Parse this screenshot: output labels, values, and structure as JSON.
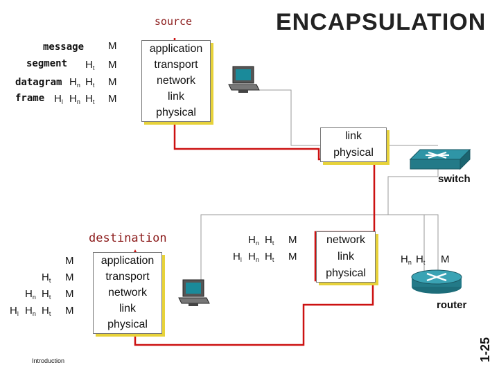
{
  "title": "ENCAPSULATION",
  "source_label": "source",
  "destination_label": "destination",
  "source_stack": [
    "application",
    "transport",
    "network",
    "link",
    "physical"
  ],
  "switch_stack": [
    "link",
    "physical"
  ],
  "router_stack": [
    "network",
    "link",
    "physical"
  ],
  "dest_stack": [
    "application",
    "transport",
    "network",
    "link",
    "physical"
  ],
  "layer_names": {
    "message": "message",
    "segment": "segment",
    "datagram": "datagram",
    "frame": "frame"
  },
  "headers": {
    "H": "H",
    "M": "M",
    "t": "t",
    "n": "n",
    "l": "l"
  },
  "devices": {
    "switch": "switch",
    "router": "router"
  },
  "footer": {
    "introduction": "Introduction",
    "slide_number": "1-25"
  },
  "colors": {
    "path": "#cc1111",
    "stack_shadow": "#e7d23a",
    "label": "#8b1a1a"
  }
}
